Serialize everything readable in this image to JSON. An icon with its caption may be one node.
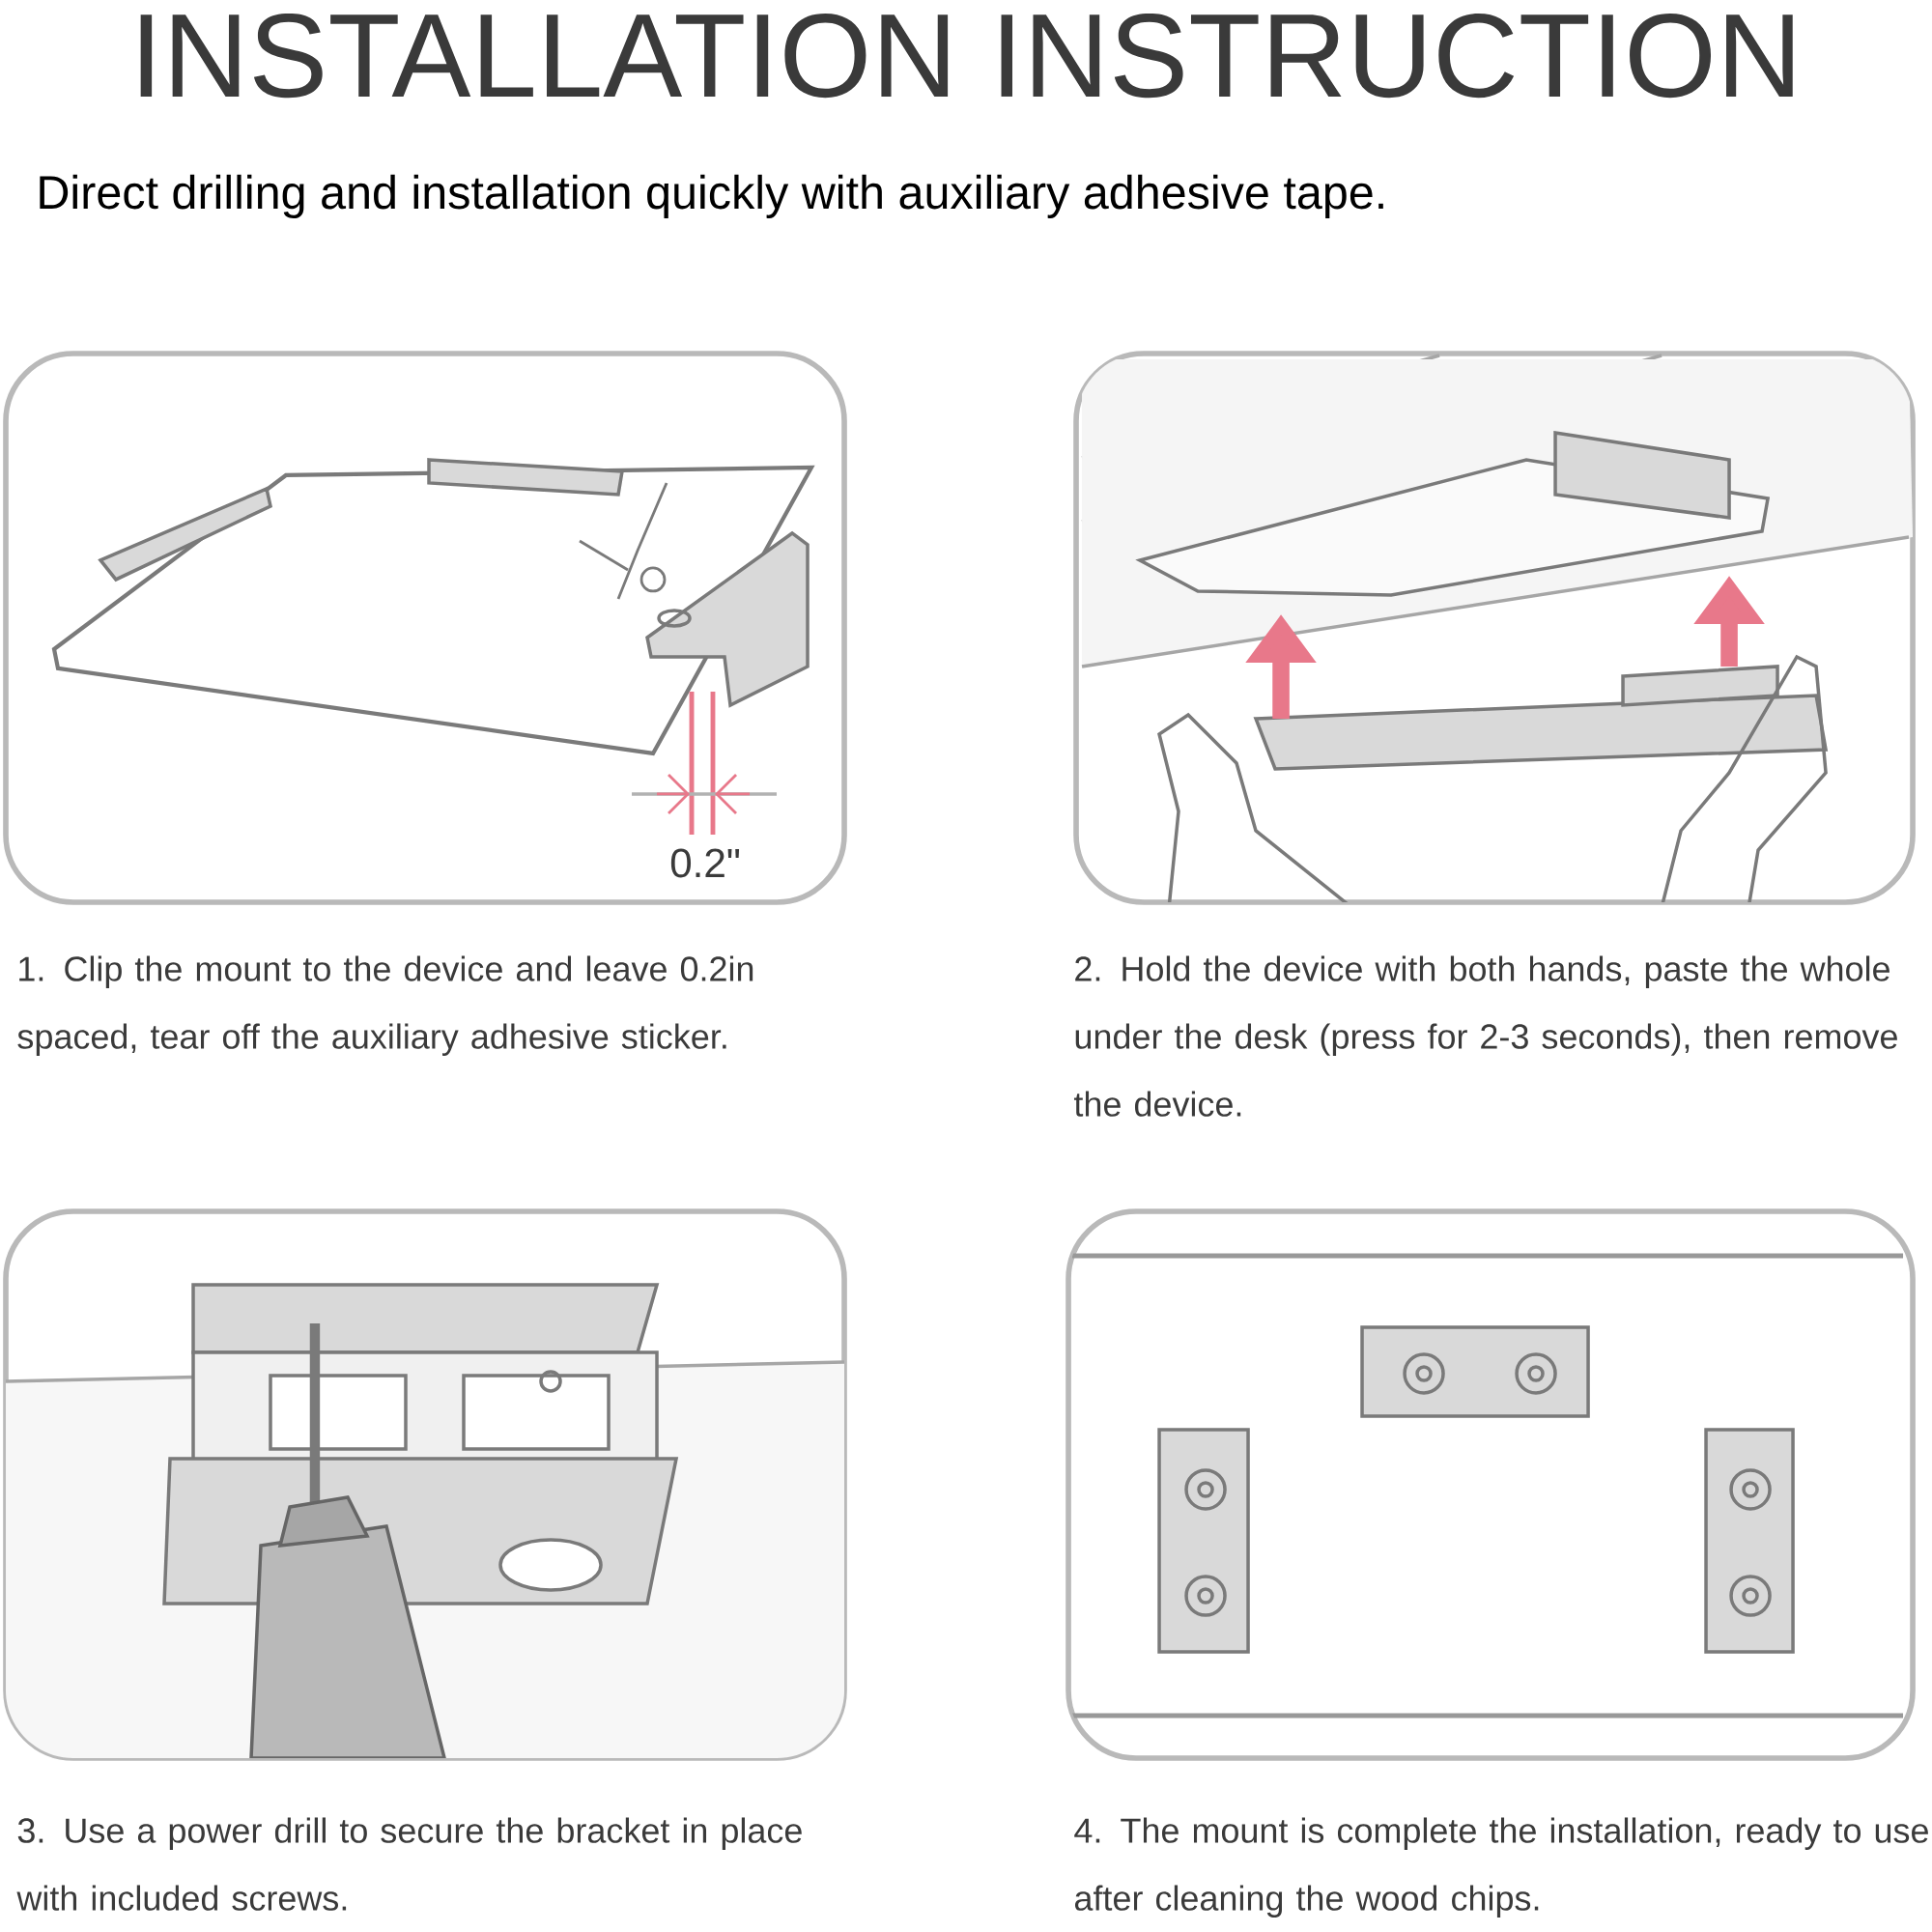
{
  "diagram": {
    "title": "INSTALLATION INSTRUCTION",
    "nodes": [
      {
        "text": [],
        "shape": "picture",
        "beside": [
          "1. Clip the mount to the device and leave 0.2in spaced, tear off the auxiliary adhesive sticker."
        ]
      },
      {
        "text": [],
        "shape": "picture",
        "beside": [
          "2. Hold the device with both hands, paste the whole under the desk (press for 2-3 seconds), then remove the device."
        ]
      },
      {
        "text": [],
        "shape": "picture",
        "beside": [
          "3. Use a power drill to secure the bracket in place with included screws."
        ]
      },
      {
        "text": [],
        "shape": "picture",
        "beside": [
          "4. The mount is complete the installation, ready to use after cleaning the wood chips."
        ]
      }
    ],
    "labels": [
      "Direct drilling and installation quickly with auxiliary adhesive tape.",
      "0.2\""
    ]
  }
}
